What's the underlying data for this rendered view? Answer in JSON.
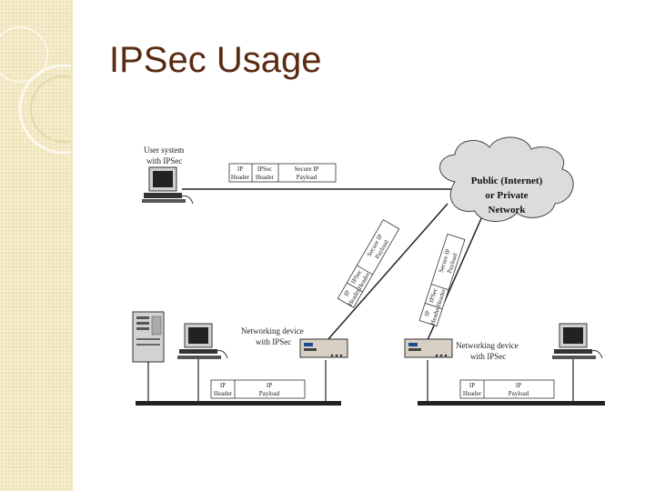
{
  "slide": {
    "title": "IPSec Usage"
  },
  "diagram": {
    "user_system_label": [
      "User system",
      "with IPSec"
    ],
    "cloud_label": [
      "Public (Internet)",
      "or Private",
      "Network"
    ],
    "net_device_left_label": [
      "Networking device",
      "with IPSec"
    ],
    "net_device_right_label": [
      "Networking device",
      "with IPSec"
    ],
    "packet_top": {
      "ip_header": [
        "IP",
        "Header"
      ],
      "ipsec_header": [
        "IPSec",
        "Header"
      ],
      "secure_payload": [
        "Secure IP",
        "Payload"
      ]
    },
    "packet_diag_left": {
      "ip_header": [
        "IP",
        "Header"
      ],
      "ipsec_header": [
        "IPSec",
        "Header"
      ],
      "secure_payload": [
        "Secure IP",
        "Payload"
      ]
    },
    "packet_diag_right": {
      "ip_header": [
        "IP",
        "Header"
      ],
      "ipsec_header": [
        "IPSec",
        "Header"
      ],
      "secure_payload": [
        "Secure IP",
        "Payload"
      ]
    },
    "packet_lan_left": {
      "ip_header": [
        "IP",
        "Header"
      ],
      "payload": [
        "IP",
        "Payload"
      ]
    },
    "packet_lan_right": {
      "ip_header": [
        "IP",
        "Header"
      ],
      "payload": [
        "IP",
        "Payload"
      ]
    }
  }
}
